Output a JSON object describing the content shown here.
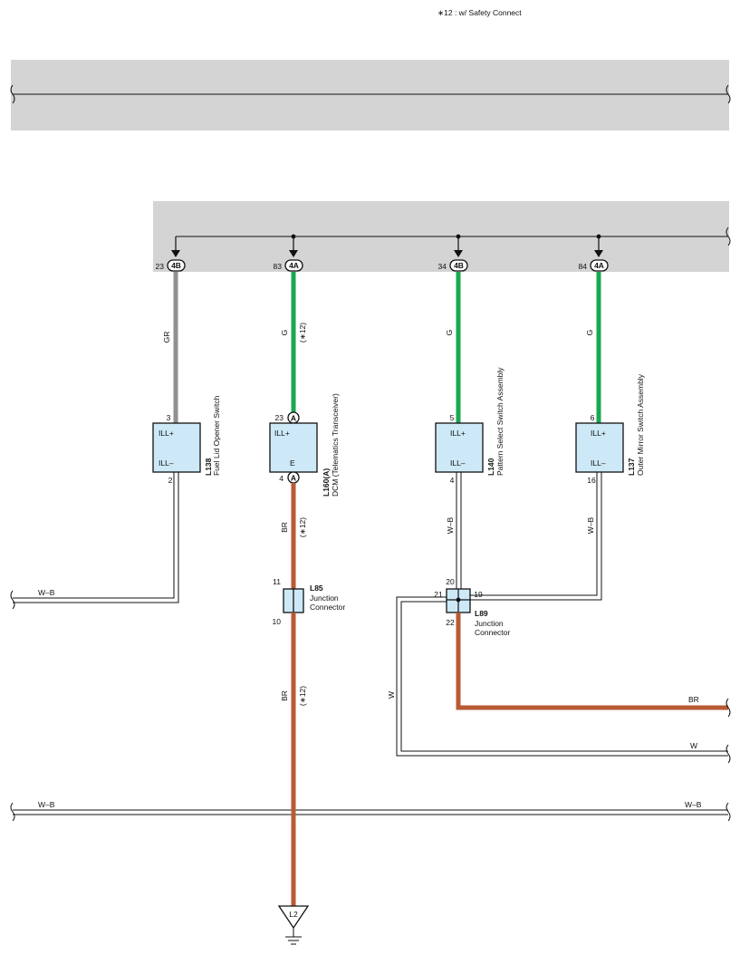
{
  "note": "∗12 : w/ Safety Connect",
  "connectors": [
    {
      "pin": "23",
      "code": "4B"
    },
    {
      "pin": "83",
      "code": "4A"
    },
    {
      "pin": "34",
      "code": "4B"
    },
    {
      "pin": "84",
      "code": "4A"
    }
  ],
  "wires": {
    "gr": "GR",
    "g": "G",
    "br": "BR",
    "wb": "W–B",
    "w": "W",
    "option": "(∗12)"
  },
  "components": {
    "l138": {
      "code": "L138",
      "name": "Fuel Lid Opener Switch",
      "t1": "ILL+",
      "t2": "ILL–",
      "p1": "3",
      "p2": "2"
    },
    "l160": {
      "code": "L160(A)",
      "name": "DCM (Telematics Transceiver)",
      "t1": "ILL+",
      "t2": "E",
      "p1": "23",
      "p2": "4",
      "conn": "A"
    },
    "l140": {
      "code": "L140",
      "name": "Pattern Select Switch Assembly",
      "t1": "ILL+",
      "t2": "ILL–",
      "p1": "5",
      "p2": "4"
    },
    "l137": {
      "code": "L137",
      "name": "Outer Mirror Switch Assembly",
      "t1": "ILL+",
      "t2": "ILL–",
      "p1": "6",
      "p2": "16"
    },
    "l85": {
      "code": "L85",
      "name1": "Junction",
      "name2": "Connector",
      "p1": "11",
      "p2": "10"
    },
    "l89": {
      "code": "L89",
      "name1": "Junction",
      "name2": "Connector",
      "p20": "20",
      "p21": "21",
      "p19": "19",
      "p22": "22"
    }
  },
  "ground": {
    "code": "L2"
  },
  "colors": {
    "band": "#d4d4d4",
    "gray_wire": "#8f8f94",
    "green_wire": "#1aa851",
    "brown_wire": "#b85a34",
    "box_fill": "#cde9f7"
  }
}
